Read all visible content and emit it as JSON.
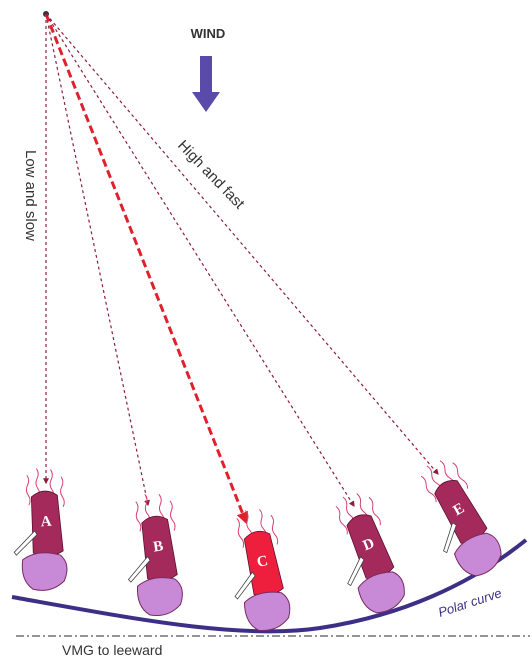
{
  "title": "WIND",
  "labels": {
    "low_and_slow": "Low and slow",
    "high_and_fast": "High and fast",
    "polar_curve": "Polar curve",
    "vmg_to_leeward": "VMG to leeward"
  },
  "boats": [
    {
      "letter": "A",
      "highlight": false
    },
    {
      "letter": "B",
      "highlight": false
    },
    {
      "letter": "C",
      "highlight": true
    },
    {
      "letter": "D",
      "highlight": false
    },
    {
      "letter": "E",
      "highlight": false
    }
  ],
  "colors": {
    "hull": "#a52a5c",
    "hull_highlight": "#ee1f3c",
    "sail": "#c88ad6",
    "sail_stroke": "#7a2a62",
    "wind_arrow": "#5a4bab",
    "polar_curve": "#3e2f86",
    "course_line": "#8c1e3c",
    "best_course_line": "#e0202c",
    "text": "#333333",
    "telltale": "#d84070"
  }
}
